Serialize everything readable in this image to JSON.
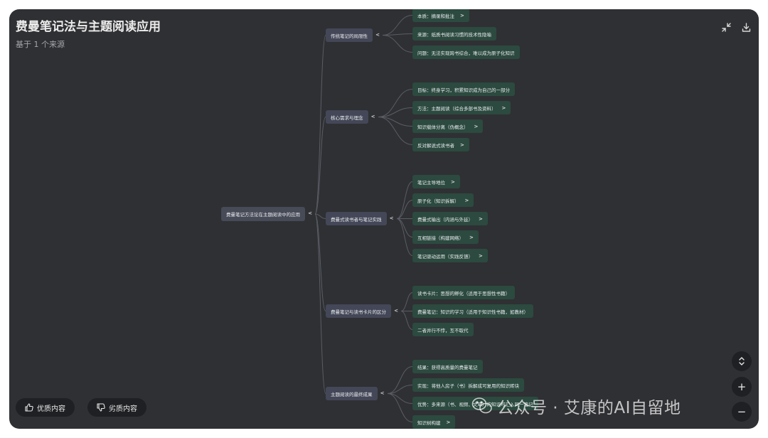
{
  "header": {
    "title": "费曼笔记法与主题阅读应用",
    "subtitle": "基于 1 个来源"
  },
  "icons": {
    "collapse_view": "collapse-arrows-icon",
    "download": "download-icon",
    "thumb_up": "thumbs-up-icon",
    "thumb_down": "thumbs-down-icon"
  },
  "mindmap": {
    "root": "费曼笔记方法论在主题阅读中的应用",
    "branches": [
      {
        "label": "传统笔记的局限性",
        "children": [
          {
            "label": "本质：摘录和批注",
            "expandable": true
          },
          {
            "label": "来源：纸质书阅读习惯的技术性隐喻",
            "expandable": false
          },
          {
            "label": "问题：无法实现跨书综合，难以成为原子化知识",
            "expandable": false
          }
        ]
      },
      {
        "label": "核心需求与理念",
        "children": [
          {
            "label": "目标：终身学习，积累知识成为自己的一部分",
            "expandable": false
          },
          {
            "label": "方法：主题阅读（综合多部书及资料）",
            "expandable": true
          },
          {
            "label": "知识载体分离（伪概念）",
            "expandable": true
          },
          {
            "label": "反对解说式读书者",
            "expandable": true
          }
        ]
      },
      {
        "label": "费曼式读书者与笔记实践",
        "children": [
          {
            "label": "笔记主导地位",
            "expandable": true
          },
          {
            "label": "原子化（知识拆解）",
            "expandable": true
          },
          {
            "label": "费曼式输出（内涵与外延）",
            "expandable": true
          },
          {
            "label": "互相链接（构建网络）",
            "expandable": true
          },
          {
            "label": "笔记驱动运用（实践反馈）",
            "expandable": true
          }
        ]
      },
      {
        "label": "费曼笔记与读书卡片的区分",
        "children": [
          {
            "label": "读书卡片：思想的孵化（适用于思想性书籍）",
            "expandable": false
          },
          {
            "label": "费曼笔记：知识的学习（适用于知识性书籍，如教材）",
            "expandable": false
          },
          {
            "label": "二者并行不悖，互不取代",
            "expandable": false
          }
        ]
      },
      {
        "label": "主题阅读的最终成果",
        "children": [
          {
            "label": "结果：获得高质量的费曼笔记",
            "expandable": false
          },
          {
            "label": "实现：将他人房子（书）拆解成可复用的知识砖块",
            "expandable": false
          },
          {
            "label": "优势：多来源（书、视频、文章）的知识可汇入同一笔记",
            "expandable": false
          },
          {
            "label": "知识树构建",
            "expandable": true
          }
        ]
      }
    ]
  },
  "feedback": {
    "good_label": "优质内容",
    "bad_label": "劣质内容"
  },
  "controls": {
    "expand_collapse": "chevron-up-down-icon",
    "zoom_in": "plus-icon",
    "zoom_out": "minus-icon"
  },
  "watermark": {
    "text": "公众号 · 艾康的AI自留地"
  }
}
